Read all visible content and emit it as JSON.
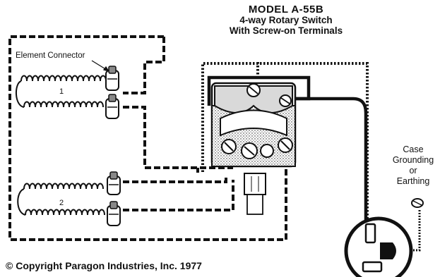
{
  "title": {
    "model": "MODEL A-55B",
    "line2": "4-way Rotary Switch",
    "line3": "With Screw-on Terminals"
  },
  "labels": {
    "element_connector": "Element Connector",
    "coil_1": "1",
    "coil_2": "2",
    "ground_1": "Case",
    "ground_2": "Grounding",
    "ground_3": "or",
    "ground_4": "Earthing"
  },
  "copyright": "© Copyright Paragon Industries, Inc. 1977",
  "colors": {
    "ink": "#111111",
    "paper": "#ffffff",
    "housing": "#d9d9d9"
  }
}
